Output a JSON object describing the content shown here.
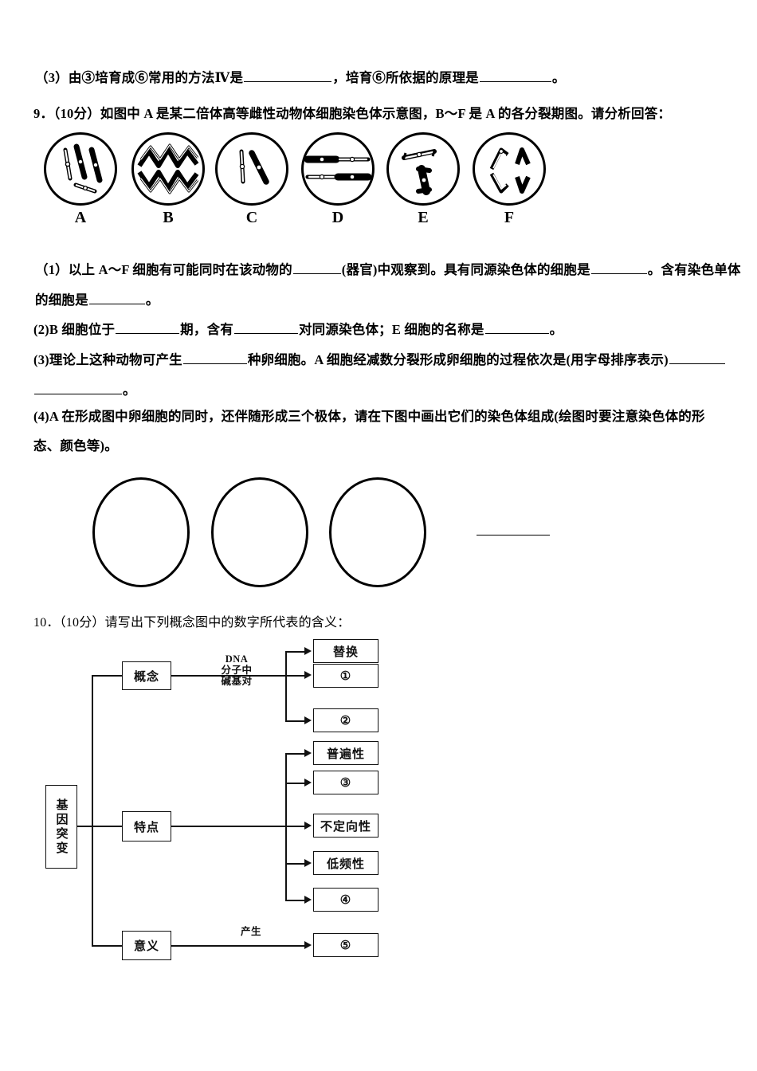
{
  "document": {
    "type": "biology-exam-paper",
    "language": "zh-CN"
  },
  "question8": {
    "part3": {
      "prefix": "（3）由③培育成⑥常用的方法Ⅳ是",
      "middle": "，培育⑥所依据的原理是",
      "suffix": "。"
    }
  },
  "question9": {
    "number": "9．",
    "score": "（10分）",
    "stem": "如图中 A 是某二倍体高等雌性动物体细胞染色体示意图，B～F 是 A 的各分裂期图。请分析回答：",
    "full_stem": "9．（10分）如图中 A 是某二倍体高等雌性动物体细胞染色体示意图，B～F 是 A 的各分裂期图。请分析回答：",
    "cell_diagrams": [
      {
        "label": "A",
        "name": "somatic-cell-chromosomes"
      },
      {
        "label": "B",
        "name": "division-stage-b"
      },
      {
        "label": "C",
        "name": "division-stage-c"
      },
      {
        "label": "D",
        "name": "division-stage-d"
      },
      {
        "label": "E",
        "name": "division-stage-e"
      },
      {
        "label": "F",
        "name": "division-stage-f"
      }
    ],
    "part1_line1": {
      "a": "（1）以上 A～F 细胞有可能同时在该动物的",
      "b": "(器官)中观察到。具有同源染色体的细胞是",
      "c": "。含有染色单体"
    },
    "part1_line2": {
      "a": "的细胞是",
      "b": "。"
    },
    "part2": {
      "a": "(2)B 细胞位于",
      "b": "期，含有",
      "c": "对同源染色体；E 细胞的名称是",
      "d": "。"
    },
    "part3_line1": {
      "a": "(3)理论上这种动物可产生",
      "b": "种卵细胞。A 细胞经减数分裂形成卵细胞的过程依次是(用字母排序表示)"
    },
    "part3_line2": {
      "a": "。"
    },
    "part4_line1": "(4)A 在形成图中卵细胞的同时，还伴随形成三个极体，请在下图中画出它们的染色体组成(绘图时要注意染色体的形",
    "part4_line2": "态、颜色等)。",
    "answer_ovals": [
      {
        "name": "polar-body-drawing-area-1"
      },
      {
        "name": "polar-body-drawing-area-2"
      },
      {
        "name": "polar-body-drawing-area-3"
      }
    ],
    "answer_blank_line": {
      "name": "answer-underline"
    }
  },
  "question10": {
    "number": "10．",
    "score": "（10分）",
    "stem": "请写出下列概念图中的数字所代表的含义：",
    "full_stem": "10．（10分）请写出下列概念图中的数字所代表的含义：",
    "concept_map": {
      "root": "基因突变",
      "branches": [
        {
          "label": "概念",
          "edge_label": "DNA\n分子中\n碱基对",
          "edge_label_lines": [
            "DNA",
            "分子中",
            "碱基对"
          ],
          "items": [
            "替换",
            "①",
            "②"
          ]
        },
        {
          "label": "特点",
          "edge_label": "",
          "edge_label_lines": [],
          "items": [
            "普遍性",
            "③",
            "不定向性",
            "低频性",
            "④"
          ]
        },
        {
          "label": "意义",
          "edge_label": "产生",
          "edge_label_lines": [
            "产生"
          ],
          "items": [
            "⑤"
          ]
        }
      ]
    }
  },
  "colors": {
    "ink": "#000000",
    "diagram_ink": "#111111",
    "paper": "#ffffff"
  }
}
